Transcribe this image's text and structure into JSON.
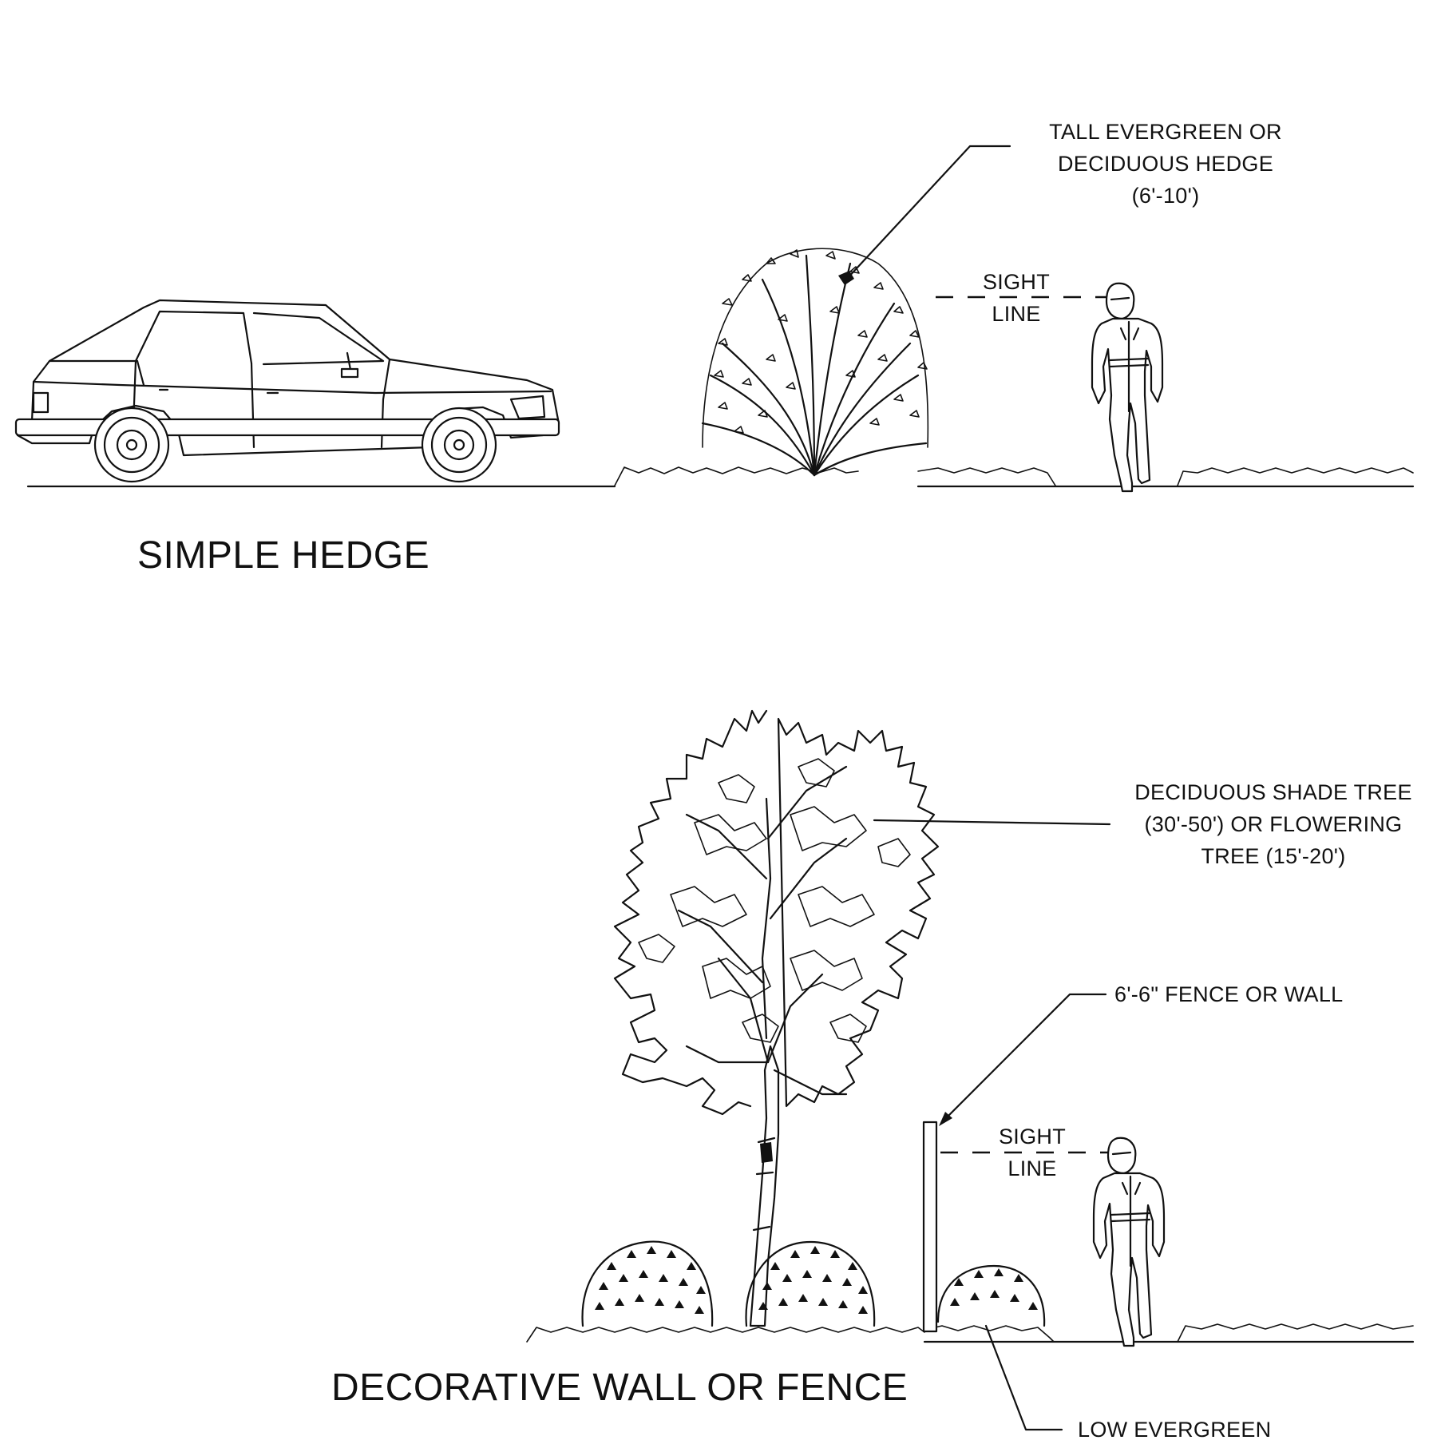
{
  "top_panel": {
    "title": "SIMPLE HEDGE",
    "hedge_label": [
      "TALL EVERGREEN OR",
      "DECIDUOUS HEDGE",
      "(6'-10')"
    ],
    "sight_line": [
      "SIGHT",
      "LINE"
    ]
  },
  "bottom_panel": {
    "title": "DECORATIVE WALL OR FENCE",
    "tree_label": [
      "DECIDUOUS SHADE TREE",
      "(30'-50') OR FLOWERING",
      "TREE (15'-20')"
    ],
    "fence_label": "6'-6\" FENCE OR WALL",
    "sight_line": [
      "SIGHT",
      "LINE"
    ],
    "shrub_label": "LOW EVERGREEN"
  }
}
